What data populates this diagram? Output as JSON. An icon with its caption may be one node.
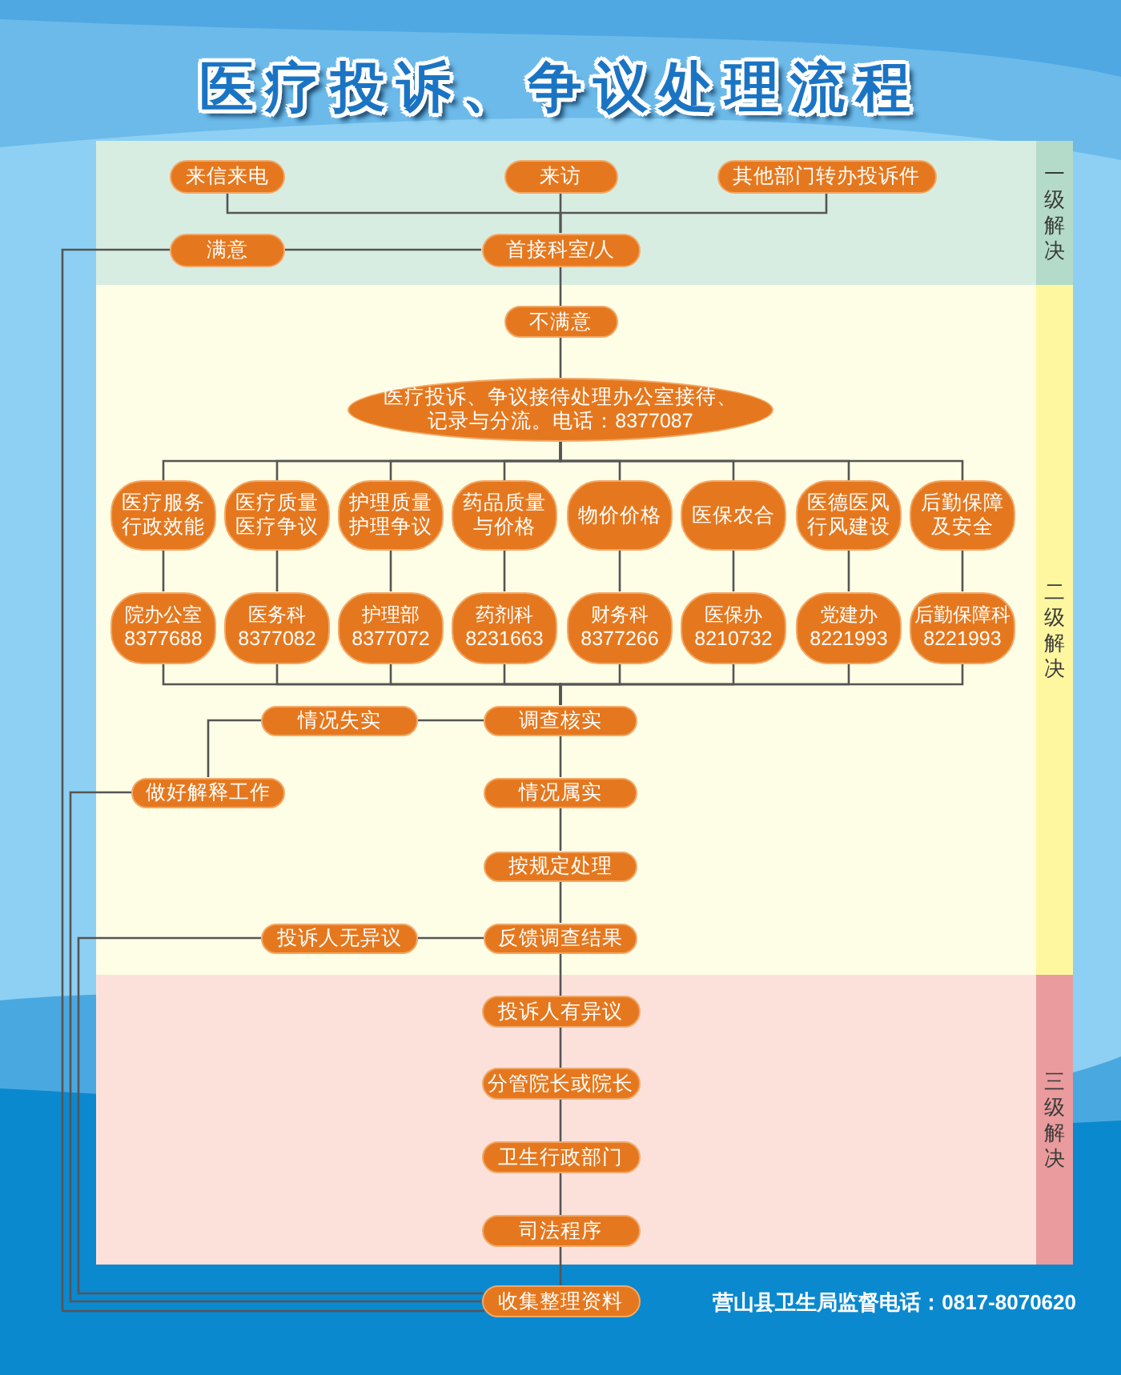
{
  "diagram": {
    "title": "医疗投诉、争议处理流程",
    "nodes": [
      {
        "text": [
          "一级解决"
        ]
      },
      {
        "text": [
          "来信来电"
        ],
        "in": 0
      },
      {
        "text": [
          "来访"
        ],
        "in": 0
      },
      {
        "text": [
          "其他部门转办投诉件"
        ],
        "in": 0
      },
      {
        "text": [
          "满意"
        ],
        "in": 0
      },
      {
        "text": [
          "首接科室/人"
        ],
        "in": 0
      },
      {
        "text": [
          "二级解决"
        ]
      },
      {
        "text": [
          "不满意"
        ],
        "in": 6
      },
      {
        "text": [
          "医疗投诉、争议接待处理办公室接待、记录与分流。电话：8377087"
        ],
        "in": 6
      },
      {
        "text": [
          "医疗服务行政效能"
        ],
        "in": 6
      },
      {
        "text": [
          "医疗质量医疗争议"
        ],
        "in": 6
      },
      {
        "text": [
          "护理质量护理争议"
        ],
        "in": 6
      },
      {
        "text": [
          "药品质量与价格"
        ],
        "in": 6
      },
      {
        "text": [
          "物价价格"
        ],
        "in": 6
      },
      {
        "text": [
          "医保农合"
        ],
        "in": 6
      },
      {
        "text": [
          "医德医风行风建设"
        ],
        "in": 6
      },
      {
        "text": [
          "后勤保障及安全"
        ],
        "in": 6
      },
      {
        "text": [
          "院办公室",
          "8377688"
        ],
        "in": 6
      },
      {
        "text": [
          "医务科",
          "8377082"
        ],
        "in": 6
      },
      {
        "text": [
          "护理部",
          "8377072"
        ],
        "in": 6
      },
      {
        "text": [
          "药剂科",
          "8231663"
        ],
        "in": 6
      },
      {
        "text": [
          "财务科",
          "8377266"
        ],
        "in": 6
      },
      {
        "text": [
          "医保办",
          "8210732"
        ],
        "in": 6
      },
      {
        "text": [
          "党建办",
          "8221993"
        ],
        "in": 6
      },
      {
        "text": [
          "后勤保障科",
          "8221993"
        ],
        "in": 6
      },
      {
        "text": [
          "情况失实"
        ],
        "in": 6
      },
      {
        "text": [
          "调查核实"
        ],
        "in": 6
      },
      {
        "text": [
          "做好解释工作"
        ],
        "in": 6
      },
      {
        "text": [
          "情况属实"
        ],
        "in": 6
      },
      {
        "text": [
          "按规定处理"
        ],
        "in": 6
      },
      {
        "text": [
          "投诉人无异议"
        ],
        "in": 6
      },
      {
        "text": [
          "反馈调查结果"
        ],
        "in": 6
      },
      {
        "text": [
          "三级解决"
        ]
      },
      {
        "text": [
          "投诉人有异议"
        ],
        "in": 32
      },
      {
        "text": [
          "分管院长或院长"
        ],
        "in": 32
      },
      {
        "text": [
          "卫生行政部门"
        ],
        "in": 32
      },
      {
        "text": [
          "司法程序"
        ],
        "in": 32
      },
      {
        "text": [
          "收集整理资料"
        ]
      }
    ],
    "edges": [
      {
        "from": 1,
        "to": 5,
        "arrow": "none"
      },
      {
        "from": 2,
        "to": 5,
        "arrow": "none"
      },
      {
        "from": 3,
        "to": 5,
        "arrow": "none"
      },
      {
        "from": 5,
        "to": 4,
        "arrow": "none"
      },
      {
        "from": 5,
        "to": 7,
        "arrow": "none"
      },
      {
        "from": 7,
        "to": 8,
        "arrow": "none"
      },
      {
        "from": 8,
        "to": 9,
        "arrow": "none"
      },
      {
        "from": 8,
        "to": 10,
        "arrow": "none"
      },
      {
        "from": 8,
        "to": 11,
        "arrow": "none"
      },
      {
        "from": 8,
        "to": 12,
        "arrow": "none"
      },
      {
        "from": 8,
        "to": 13,
        "arrow": "none"
      },
      {
        "from": 8,
        "to": 14,
        "arrow": "none"
      },
      {
        "from": 8,
        "to": 15,
        "arrow": "none"
      },
      {
        "from": 8,
        "to": 16,
        "arrow": "none"
      },
      {
        "from": 9,
        "to": 17,
        "arrow": "none"
      },
      {
        "from": 10,
        "to": 18,
        "arrow": "none"
      },
      {
        "from": 11,
        "to": 19,
        "arrow": "none"
      },
      {
        "from": 12,
        "to": 20,
        "arrow": "none"
      },
      {
        "from": 13,
        "to": 21,
        "arrow": "none"
      },
      {
        "from": 14,
        "to": 22,
        "arrow": "none"
      },
      {
        "from": 15,
        "to": 23,
        "arrow": "none"
      },
      {
        "from": 16,
        "to": 24,
        "arrow": "none"
      },
      {
        "from": 17,
        "to": 26,
        "arrow": "none"
      },
      {
        "from": 18,
        "to": 26,
        "arrow": "none"
      },
      {
        "from": 19,
        "to": 26,
        "arrow": "none"
      },
      {
        "from": 20,
        "to": 26,
        "arrow": "none"
      },
      {
        "from": 21,
        "to": 26,
        "arrow": "none"
      },
      {
        "from": 22,
        "to": 26,
        "arrow": "none"
      },
      {
        "from": 23,
        "to": 26,
        "arrow": "none"
      },
      {
        "from": 24,
        "to": 26,
        "arrow": "none"
      },
      {
        "from": 26,
        "to": 25,
        "arrow": "none"
      },
      {
        "from": 25,
        "to": 27,
        "arrow": "none"
      },
      {
        "from": 26,
        "to": 28,
        "arrow": "none"
      },
      {
        "from": 28,
        "to": 29,
        "arrow": "none"
      },
      {
        "from": 29,
        "to": 31,
        "arrow": "none"
      },
      {
        "from": 31,
        "to": 30,
        "arrow": "none"
      },
      {
        "from": 31,
        "to": 33,
        "arrow": "none"
      },
      {
        "from": 33,
        "to": 34,
        "arrow": "none"
      },
      {
        "from": 34,
        "to": 35,
        "arrow": "none"
      },
      {
        "from": 35,
        "to": 36,
        "arrow": "none"
      },
      {
        "from": 36,
        "to": 37,
        "arrow": "none"
      },
      {
        "from": 4,
        "to": 37,
        "arrow": "none"
      },
      {
        "from": 27,
        "to": 37,
        "arrow": "none"
      },
      {
        "from": 30,
        "to": 37,
        "arrow": "none"
      }
    ],
    "labels": [
      "营山县卫生局监督电话：0817-8070620"
    ]
  }
}
